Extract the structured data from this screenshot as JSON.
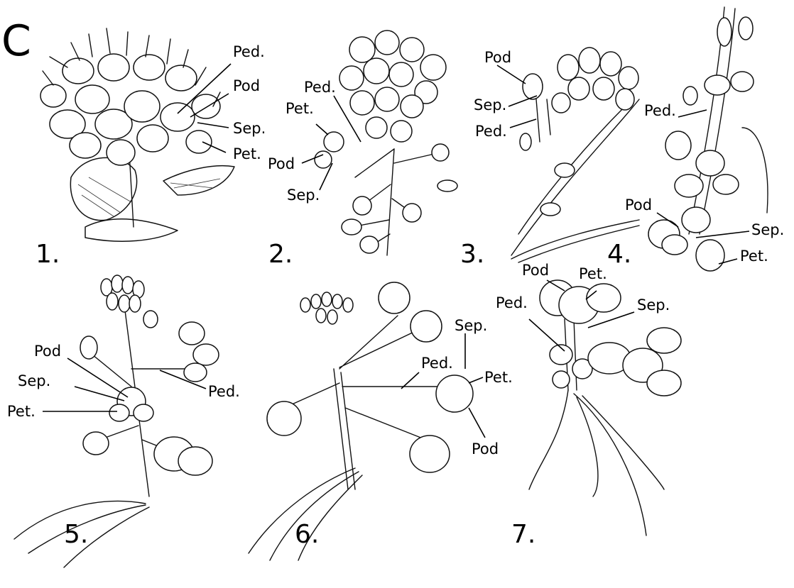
{
  "panel_label": "C",
  "figures": [
    {
      "number": "1.",
      "labels": [
        "Ped.",
        "Pod",
        "Sep.",
        "Pet."
      ]
    },
    {
      "number": "2.",
      "labels": [
        "Ped.",
        "Pet.",
        "Pod",
        "Sep."
      ]
    },
    {
      "number": "3.",
      "labels": [
        "Pod",
        "Sep.",
        "Ped."
      ]
    },
    {
      "number": "4.",
      "labels": [
        "Ped.",
        "Pod",
        "Sep.",
        "Pet."
      ]
    },
    {
      "number": "5.",
      "labels": [
        "Pod",
        "Sep.",
        "Pet.",
        "Ped."
      ]
    },
    {
      "number": "6.",
      "labels": [
        "Sep.",
        "Ped.",
        "Pet.",
        "Pod"
      ]
    },
    {
      "number": "7.",
      "labels": [
        "Pod",
        "Pet.",
        "Ped.",
        "Sep."
      ]
    }
  ]
}
